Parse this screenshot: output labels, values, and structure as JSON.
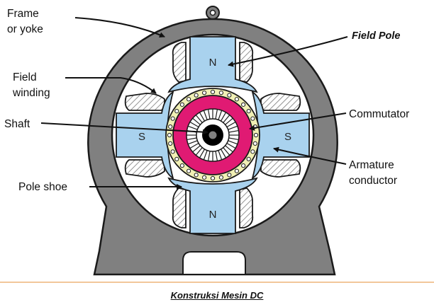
{
  "labels": {
    "frame_line1": "Frame",
    "frame_line2": "or yoke",
    "field_pole": "Field Pole",
    "field_winding_line1": "Field",
    "field_winding_line2": "winding",
    "shaft": "Shaft",
    "commutator": "Commutator",
    "armature_line1": "Armature",
    "armature_line2": "conductor",
    "pole_shoe": "Pole shoe"
  },
  "poles": {
    "top": "N",
    "bottom": "N",
    "left": "S",
    "right": "S"
  },
  "caption": "Konstruksi Mesin DC",
  "colors": {
    "yoke": "#808080",
    "pole": "#a9d2ee",
    "winding_hatch": "#9a9a9a",
    "armature_ring": "#f1f0b5",
    "commutator": "#e01a73",
    "shaft": "#000000",
    "outline": "#1a1a1a"
  }
}
